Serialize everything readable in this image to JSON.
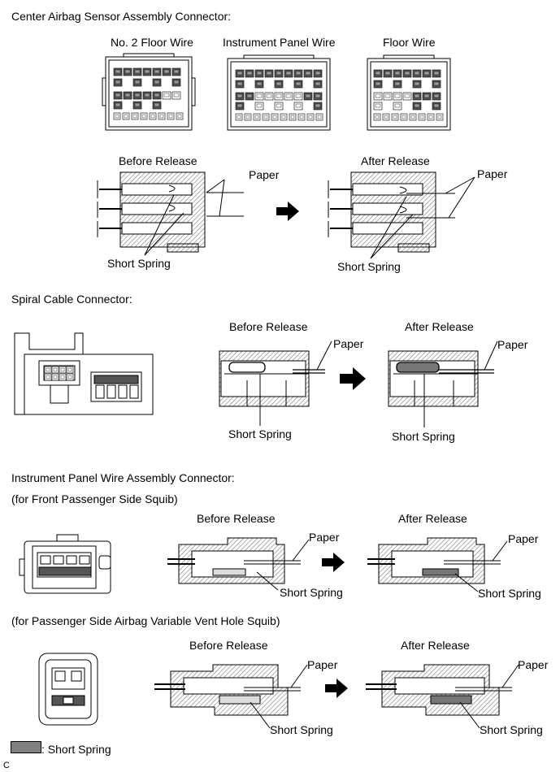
{
  "sections": {
    "center": {
      "heading": "Center Airbag Sensor Assembly Connector:",
      "connectors": [
        "No. 2 Floor Wire",
        "Instrument Panel Wire",
        "Floor Wire"
      ],
      "before": "Before Release",
      "after": "After Release",
      "paper": "Paper",
      "spring": "Short Spring"
    },
    "spiral": {
      "heading": "Spiral Cable Connector:",
      "before": "Before Release",
      "after": "After Release",
      "paper": "Paper",
      "spring": "Short Spring"
    },
    "ipw": {
      "heading": "Instrument Panel Wire Assembly Connector:",
      "sub1": "(for Front Passenger Side Squib)",
      "sub2": "(for Passenger Side Airbag Variable Vent Hole Squib)",
      "before": "Before Release",
      "after": "After Release",
      "paper": "Paper",
      "spring": "Short Spring"
    }
  },
  "legend": {
    "label": ": Short Spring",
    "swatch_color": "#808080"
  },
  "corner_mark": "C",
  "colors": {
    "line": "#000000",
    "hatch": "#808080",
    "arrow": "#000000"
  }
}
